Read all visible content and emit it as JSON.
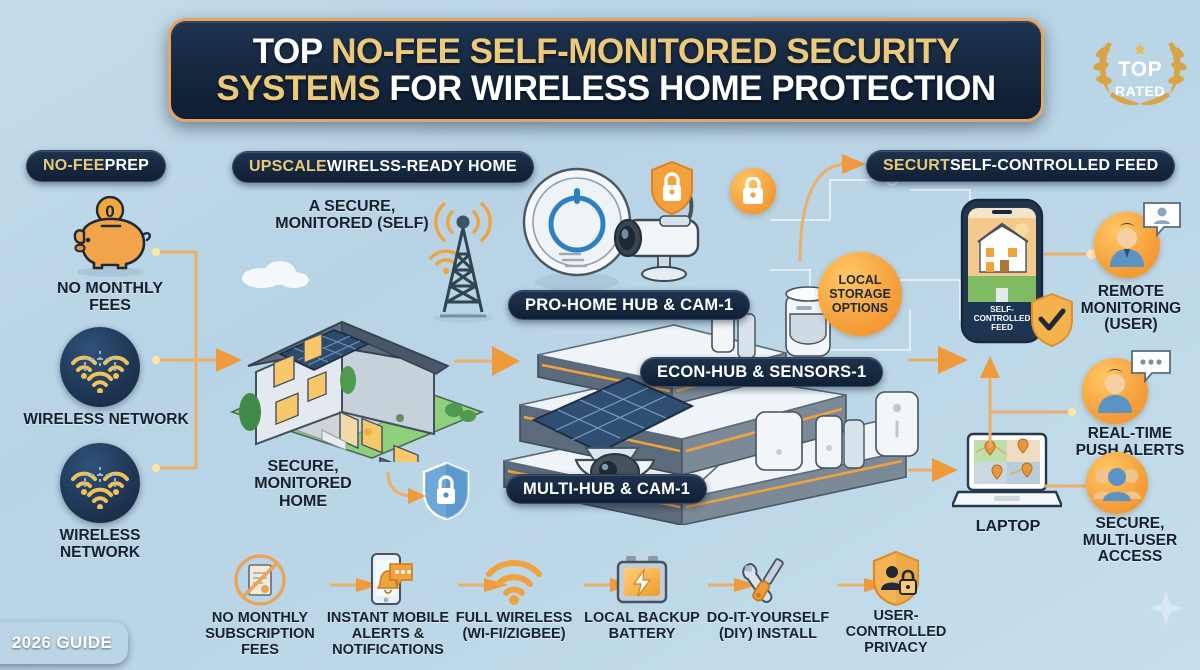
{
  "header": {
    "title_line1_plain": "TOP ",
    "title_line1_gold": "NO-FEE SELF-MONITORED SECURITY",
    "title_line2_gold": "SYSTEMS ",
    "title_line2_plain": "FOR WIRELESS HOME PROTECTION",
    "badge": {
      "star": "★",
      "top": "TOP",
      "rated": "RATED"
    }
  },
  "footer_tag": {
    "label": "2026 GUIDE"
  },
  "sections": {
    "left": {
      "heading_gold": "NO-FEE",
      "heading_white": " PREP",
      "items": [
        {
          "icon": "piggy-bank-icon",
          "coin_label": "0",
          "caption": "NO MONTHLY\nFEES"
        },
        {
          "icon": "wifi-network-icon",
          "caption": "WIRELESS NETWORK"
        },
        {
          "icon": "wifi-network-icon",
          "caption": "WIRELESS\nNETWORK"
        }
      ]
    },
    "middle": {
      "heading_gold": "UPSCALE",
      "heading_white": " WIRELSS-READY HOME",
      "top_note": "A SECURE,\nMONITORED (SELF)",
      "bottom_note": "SECURE,\nMONITORED\nHOME",
      "icons": [
        "house-icon",
        "cell-tower-icon",
        "wifi-icon",
        "shield-lock-icon"
      ]
    },
    "center": {
      "platform_labels": [
        "PRO-HOME HUB & CAM-1",
        "ECON-HUB & SENSORS-1",
        "MULTI-HUB & CAM-1"
      ],
      "callout": "LOCAL\nSTORAGE\nOPTIONS",
      "icons": [
        "smoke-detector-icon",
        "bullet-camera-icon",
        "dome-camera-icon",
        "solar-panel-icon",
        "motion-sensor-icon",
        "door-sensor-icon",
        "shield-lock-icon",
        "padlock-icon"
      ]
    },
    "right": {
      "heading_gold": "SECURT",
      "heading_white": " SELF-CONTROLLED FEED",
      "phone_caption": "SELF-\nCONTROLLED\nFEED",
      "laptop_caption": "LAPTOP",
      "items": [
        {
          "icon": "person-profile-icon",
          "caption": "REMOTE\nMONITORING\n(USER)"
        },
        {
          "icon": "person-chat-icon",
          "caption": "REAL-TIME\nPUSH ALERTS"
        },
        {
          "icon": "group-users-icon",
          "caption": "SECURE,\nMULTI-USER\nACCESS"
        }
      ]
    }
  },
  "bottom_row": [
    {
      "icon": "no-subscription-icon",
      "caption": "NO MONTHLY\nSUBSCRIPTION FEES"
    },
    {
      "icon": "mobile-alert-icon",
      "caption": "INSTANT MOBILE\nALERTS &\nNOTIFICATIONS"
    },
    {
      "icon": "wifi-icon",
      "caption": "FULL WIRELESS\n(WI-FI/ZIGBEE)"
    },
    {
      "icon": "battery-bolt-icon",
      "caption": "LOCAL BACKUP\nBATTERY"
    },
    {
      "icon": "tools-icon",
      "caption": "DO-IT-YOURSELF\n(DIY) INSTALL"
    },
    {
      "icon": "shield-privacy-icon",
      "caption": "USER-CONTROLLED\nPRIVACY"
    }
  ],
  "colors": {
    "background": "#bcd7e7",
    "navy": "#16283f",
    "gold": "#e8c87a",
    "orange": "#f0a23c",
    "arrow": "#eab06a",
    "text_dark": "#15212e"
  }
}
